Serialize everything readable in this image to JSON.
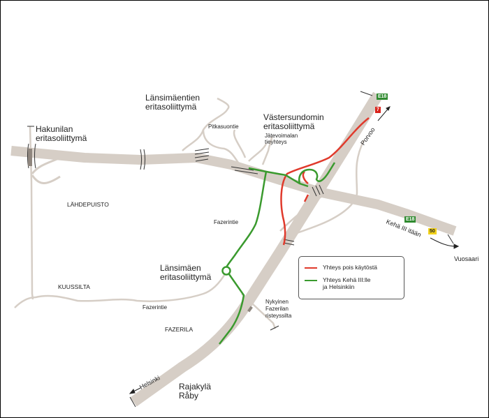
{
  "labels": {
    "hakunila": [
      "Hakunilan",
      "eritasoliittymä"
    ],
    "lansimaentien": [
      "Länsimäentien",
      "eritasoliittymä"
    ],
    "vastersundomin": [
      "Västersundomin",
      "eritasoliittymä"
    ],
    "lansimaen": [
      "Länsimäen",
      "eritasoliittymä"
    ],
    "pitkasuontie": "Pitkasuontie",
    "jatevoimalan": [
      "Jätevoimalan",
      "tieyhteys"
    ],
    "lahdepuisto": "LÄHDEPUISTO",
    "kuussilta": "KUUSSILTA",
    "fazerila": "FAZERILA",
    "fazerintie_north": "Fazerintie",
    "fazerintie_south": "Fazerintie",
    "nykyinen": [
      "Nykyinen",
      "Fazerilan",
      "risteyssilta"
    ],
    "rajakyla": [
      "Rajakylä",
      "Råby"
    ],
    "helsinki": "Helsinki",
    "porvoo": "Porvoo",
    "keha_itaan": "Kehä III itään",
    "vuosaari": "Vuosaari"
  },
  "signs": {
    "e18_north": "E18",
    "road7": "7",
    "e18_east": "E18",
    "road50": "50"
  },
  "legend": {
    "closed": "Yhteys pois käytöstä",
    "open": [
      "Yhteys Kehä III:lle",
      "ja Helsinkiin"
    ]
  },
  "colors": {
    "road": "#d6cec6",
    "closed": "#e03a2c",
    "open": "#3a9a2e",
    "e18_sign": "#2f8a2f",
    "road7_sign": "#d9231c",
    "road50_sign": "#f2d21b"
  }
}
